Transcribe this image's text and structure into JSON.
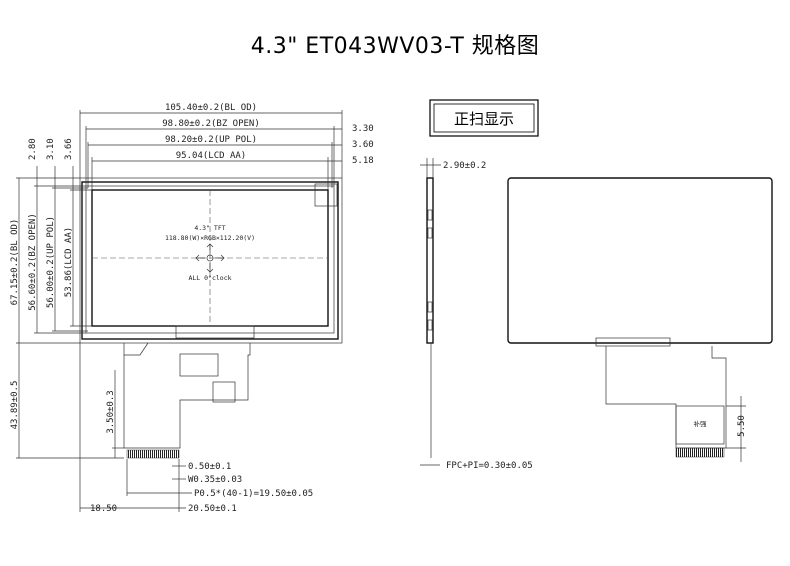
{
  "title": "4.3\" ET043WV03-T  规格图",
  "scan_label": "正扫显示",
  "front": {
    "dims_top": [
      "105.40±0.2(BL OD)",
      "98.80±0.2(BZ OPEN)",
      "98.20±0.2(UP POL)",
      "95.04(LCD AA)"
    ],
    "dims_right": [
      "3.30",
      "3.60",
      "5.18"
    ],
    "dims_left_top": [
      "2.80",
      "3.10",
      "3.66"
    ],
    "dims_left": [
      "67.15±0.2(BL OD)",
      "56.60±0.2(BZ OPEN)",
      "56.00±0.2(UP POL)",
      "53.86(LCD AA)"
    ],
    "dim_fpc_height": "43.89±0.5",
    "dim_fpc_offset": "3.50±0.3",
    "center_text_1": "4.3\" TFT",
    "center_text_2": "118.80(W)×RGB×112.20(V)",
    "center_text_3": "ALL 0°clock",
    "dims_bottom": [
      "0.50±0.1",
      "W0.35±0.03",
      "P0.5*(40-1)=19.50±0.05"
    ],
    "dim_bottom_left": "18.50",
    "dim_bottom_right": "20.50±0.1"
  },
  "side": {
    "dim_thickness": "2.90±0.2",
    "dim_fpc": "FPC+PI=0.30±0.05"
  },
  "back": {
    "stiffener_label": "补强",
    "dim_stiffener": "5.50"
  }
}
